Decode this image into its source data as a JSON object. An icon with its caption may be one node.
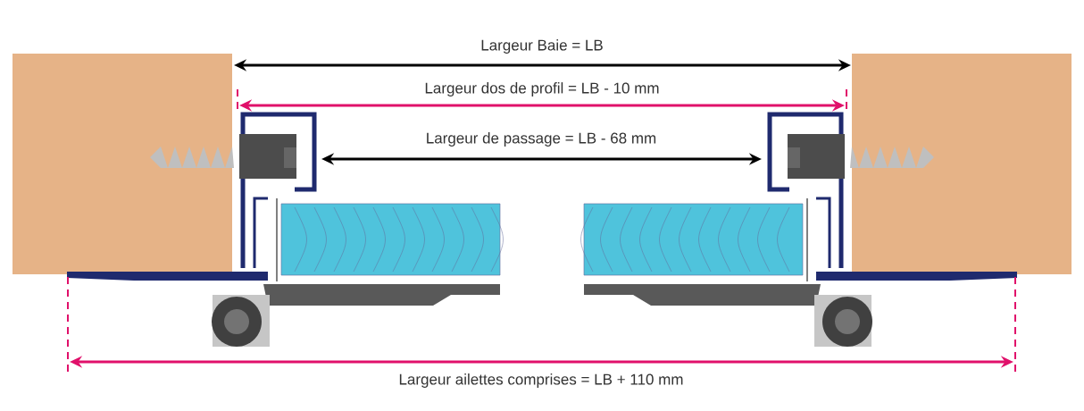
{
  "diagram": {
    "labels": [
      "Largeur Baie = LB",
      "Largeur dos de profil = LB - 10 mm",
      "Largeur de passage = LB - 68 mm",
      "Largeur ailettes comprises = LB + 110 mm"
    ]
  }
}
